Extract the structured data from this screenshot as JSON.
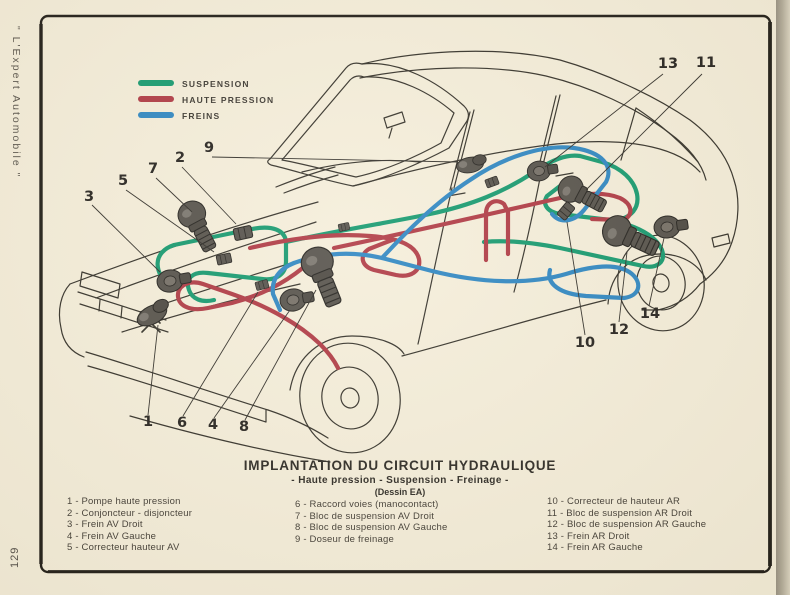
{
  "page": {
    "background_color": "#f5eeda",
    "spine_text": "\" L'Expert  Automobile \"",
    "page_number": "129"
  },
  "legend": {
    "items": [
      {
        "label": "SUSPENSION",
        "color": "#169a6f"
      },
      {
        "label": "HAUTE PRESSION",
        "color": "#b03a44"
      },
      {
        "label": "FREINS",
        "color": "#2f87c2"
      }
    ]
  },
  "title_block": {
    "title": "IMPLANTATION DU CIRCUIT HYDRAULIQUE",
    "subtitle": "- Haute pression - Suspension - Freinage -",
    "drawing_ref": "(Dessin EA)"
  },
  "parts": {
    "col1": [
      {
        "num": "1",
        "label": "Pompe haute pression",
        "display": "1 - Pompe haute pression"
      },
      {
        "num": "2",
        "label": "Conjoncteur - disjoncteur",
        "display": "2 - Conjoncteur - disjoncteur"
      },
      {
        "num": "3",
        "label": "Frein AV Droit",
        "display": "3 - Frein AV Droit"
      },
      {
        "num": "4",
        "label": "Frein AV Gauche",
        "display": "4 - Frein AV Gauche"
      },
      {
        "num": "5",
        "label": "Correcteur hauteur AV",
        "display": "5 - Correcteur hauteur AV"
      }
    ],
    "col2": [
      {
        "num": "6",
        "label": "Raccord voies (manocontact)",
        "display": "6 - Raccord voies (manocontact)"
      },
      {
        "num": "7",
        "label": "Bloc de suspension AV Droit",
        "display": "7 - Bloc de suspension AV Droit"
      },
      {
        "num": "8",
        "label": "Bloc de suspension AV Gauche",
        "display": "8 - Bloc de suspension AV Gauche"
      },
      {
        "num": "9",
        "label": "Doseur de freinage",
        "display": "9 - Doseur de freinage"
      }
    ],
    "col3": [
      {
        "num": "10",
        "label": "Correcteur de hauteur AR",
        "display": "10 - Correcteur de hauteur AR"
      },
      {
        "num": "11",
        "label": "Bloc de suspension AR Droit",
        "display": "11 - Bloc de suspension AR Droit"
      },
      {
        "num": "12",
        "label": "Bloc de suspension AR Gauche",
        "display": "12 - Bloc de suspension AR Gauche"
      },
      {
        "num": "13",
        "label": "Frein AR Droit",
        "display": "13 - Frein AR Droit"
      },
      {
        "num": "14",
        "label": "Frein AR Gauche",
        "display": "14 - Frein AR Gauche"
      }
    ]
  },
  "diagram": {
    "callout_labels": [
      "1",
      "2",
      "3",
      "4",
      "5",
      "6",
      "7",
      "8",
      "9",
      "10",
      "11",
      "12",
      "13",
      "14"
    ],
    "circuit_colors": {
      "suspension": "#169a6f",
      "haute_pression": "#b03a44",
      "freins": "#2f87c2"
    }
  }
}
